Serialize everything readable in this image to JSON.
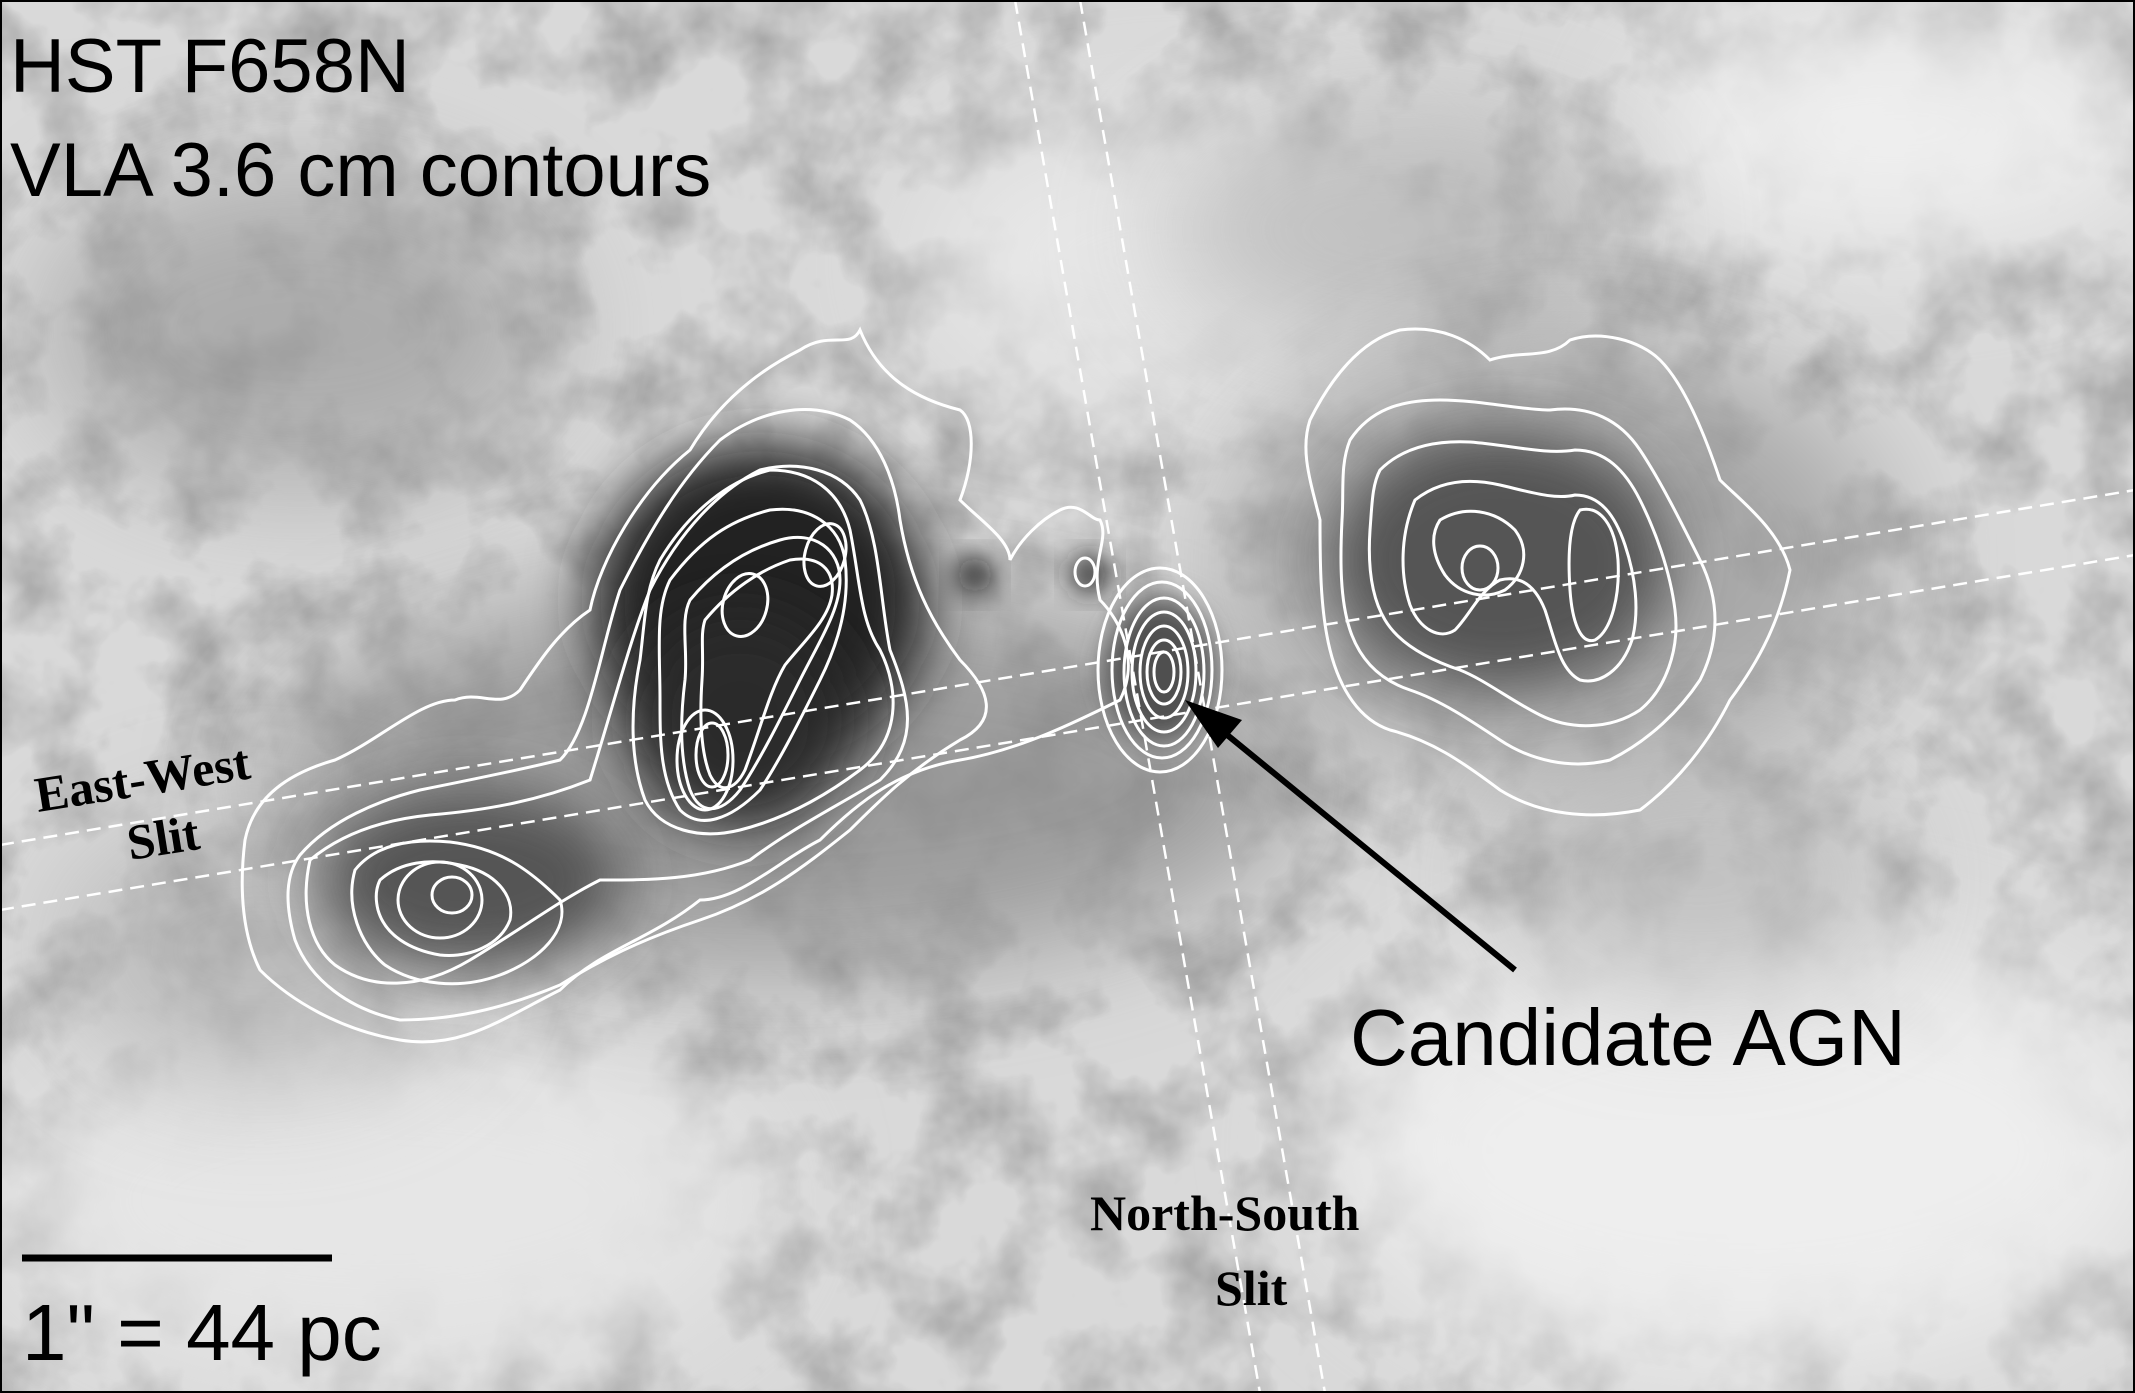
{
  "image": {
    "band": "HST F658N",
    "overlay": "VLA 3.6 cm contours"
  },
  "labels": {
    "east_west_line1": "East-West",
    "east_west_line2": "Slit",
    "north_south_line1": "North-South",
    "north_south_line2": "Slit",
    "agn": "Candidate AGN"
  },
  "scale_bar": {
    "label": "1\" = 44 pc"
  },
  "colors": {
    "contour": "#ffffff",
    "text": "#000000",
    "background": "#d8d8d8"
  }
}
